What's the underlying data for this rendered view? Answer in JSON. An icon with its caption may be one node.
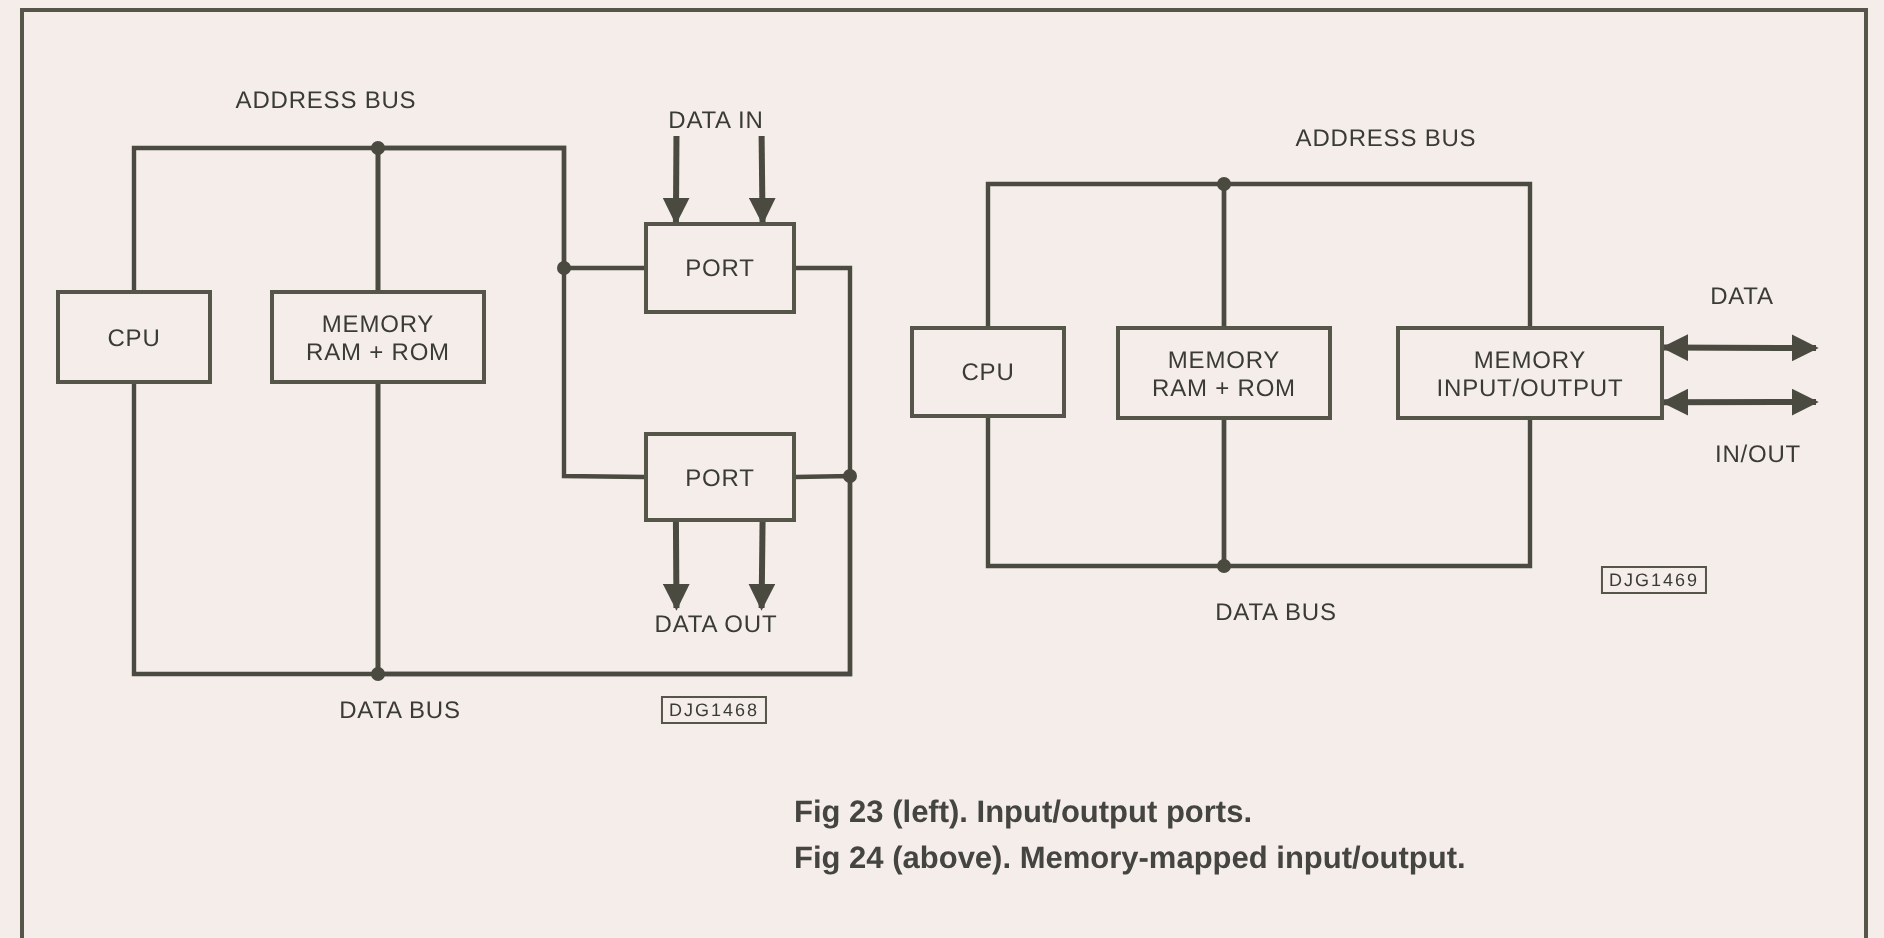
{
  "diagram": {
    "nodes": [
      {
        "text": [
          "CPU"
        ]
      },
      {
        "text": [
          "MEMORY RAM + ROM"
        ]
      },
      {
        "text": [
          "PORT"
        ]
      },
      {
        "text": [
          "PORT"
        ]
      },
      {
        "text": [
          "CPU"
        ]
      },
      {
        "text": [
          "MEMORY RAM + ROM"
        ]
      },
      {
        "text": [
          "MEMORY INPUT/OUTPUT"
        ]
      },
      {
        "text": [
          "DATA IN"
        ]
      },
      {
        "text": [
          "DATA OUT"
        ]
      }
    ],
    "edges": [
      {
        "from": 0,
        "to": 1,
        "arrow": "none"
      },
      {
        "from": 1,
        "to": 2,
        "arrow": "none"
      },
      {
        "from": 1,
        "to": 3,
        "arrow": "none"
      },
      {
        "from": 0,
        "to": 1,
        "arrow": "none"
      },
      {
        "from": 1,
        "to": 2,
        "arrow": "none"
      },
      {
        "from": 1,
        "to": 3,
        "arrow": "none"
      },
      {
        "from": 7,
        "to": 2,
        "arrow": "to"
      },
      {
        "from": 7,
        "to": 2,
        "arrow": "to"
      },
      {
        "from": 3,
        "to": 8,
        "arrow": "to"
      },
      {
        "from": 3,
        "to": 8,
        "arrow": "to"
      },
      {
        "from": 4,
        "to": 5,
        "arrow": "none"
      },
      {
        "from": 5,
        "to": 6,
        "arrow": "none"
      },
      {
        "from": 4,
        "to": 5,
        "arrow": "none"
      },
      {
        "from": 5,
        "to": 6,
        "arrow": "none"
      },
      {
        "from": 6,
        "to": null,
        "arrow": "both"
      },
      {
        "from": 6,
        "to": null,
        "arrow": "both"
      }
    ],
    "labels": [
      "ADDRESS BUS",
      "DATA BUS",
      "DJG1468",
      "ADDRESS BUS",
      "DATA",
      "IN/OUT",
      "DATA BUS",
      "DJG1469",
      "Fig 23 (left). Input/output ports.",
      "Fig 24 (above). Memory-mapped input/output."
    ]
  }
}
